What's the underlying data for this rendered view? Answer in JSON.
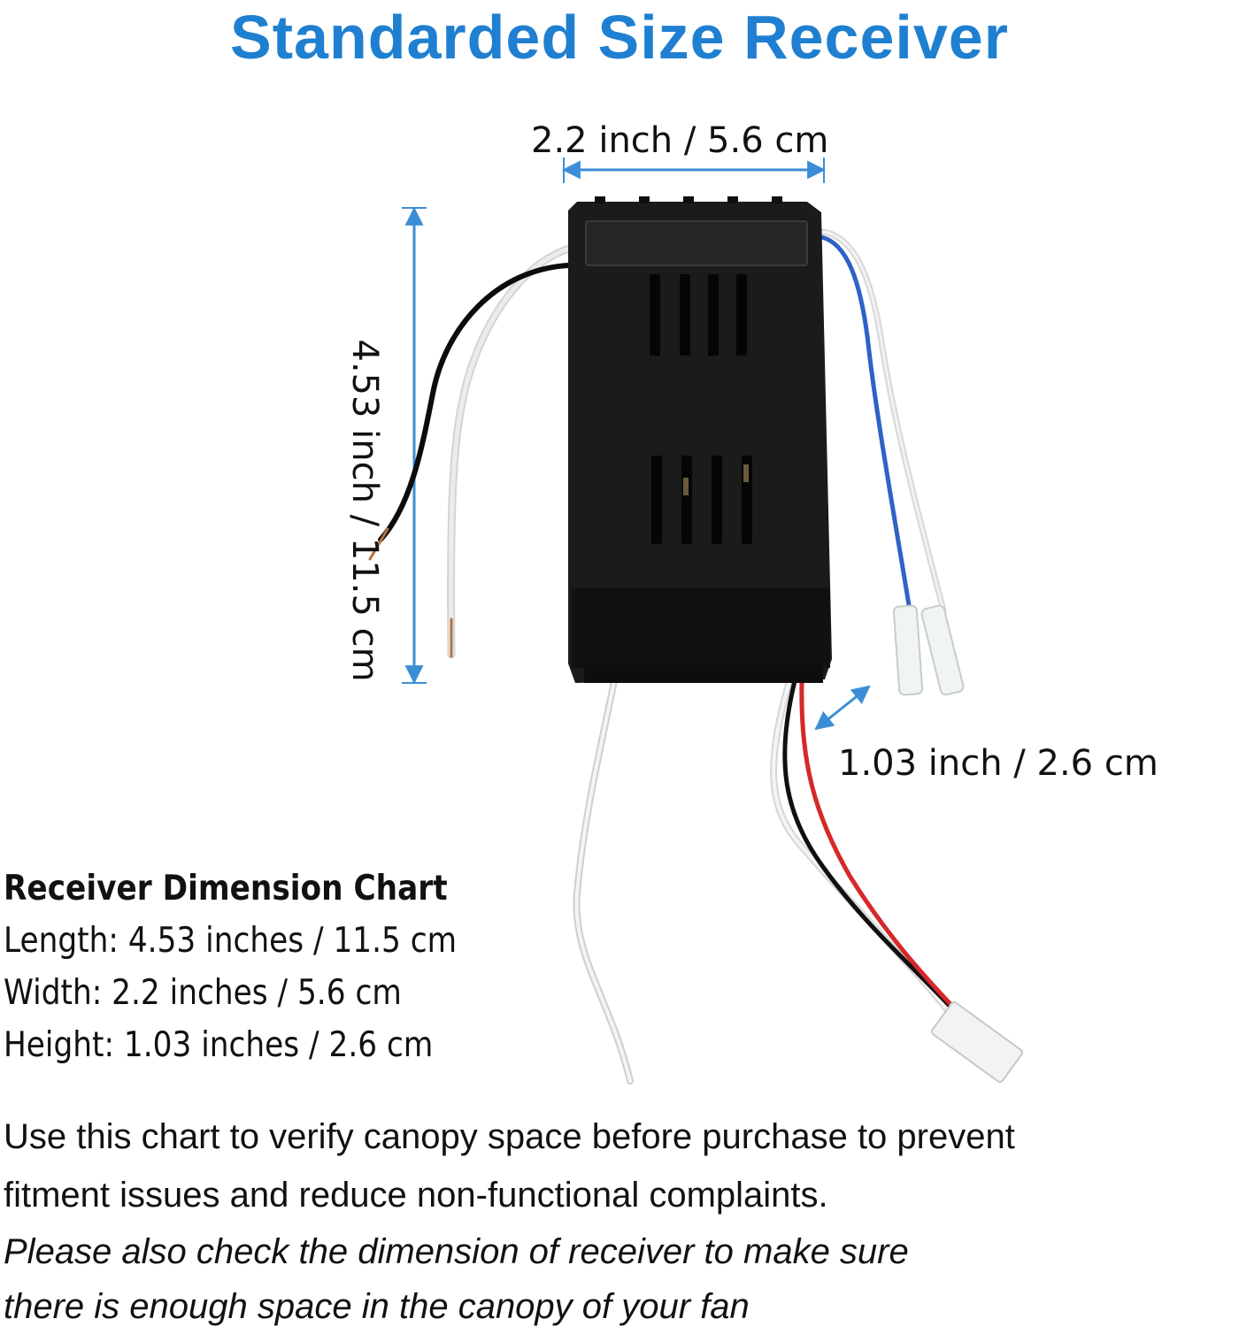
{
  "title": "Standarded Size Receiver",
  "dimensions": {
    "width_label": "2.2 inch / 5.6 cm",
    "length_label": "4.53 inch / 11.5 cm",
    "height_label": "1.03 inch / 2.6 cm"
  },
  "chart": {
    "title": "Receiver Dimension Chart",
    "rows": [
      "Length: 4.53 inches / 11.5 cm",
      "Width: 2.2 inches / 5.6 cm",
      "Height: 1.03 inches / 2.6 cm"
    ]
  },
  "note": {
    "line1": "Use this chart to verify canopy space before purchase to prevent",
    "line2": "fitment issues and reduce non-functional complaints.",
    "italic1": "Please also check the dimension of receiver to make sure",
    "italic2": "there is enough space in the canopy of your fan"
  },
  "colors": {
    "title": "#1f7fd0",
    "arrow": "#3b8ed6",
    "receiver_body": "#1b1b1b"
  }
}
